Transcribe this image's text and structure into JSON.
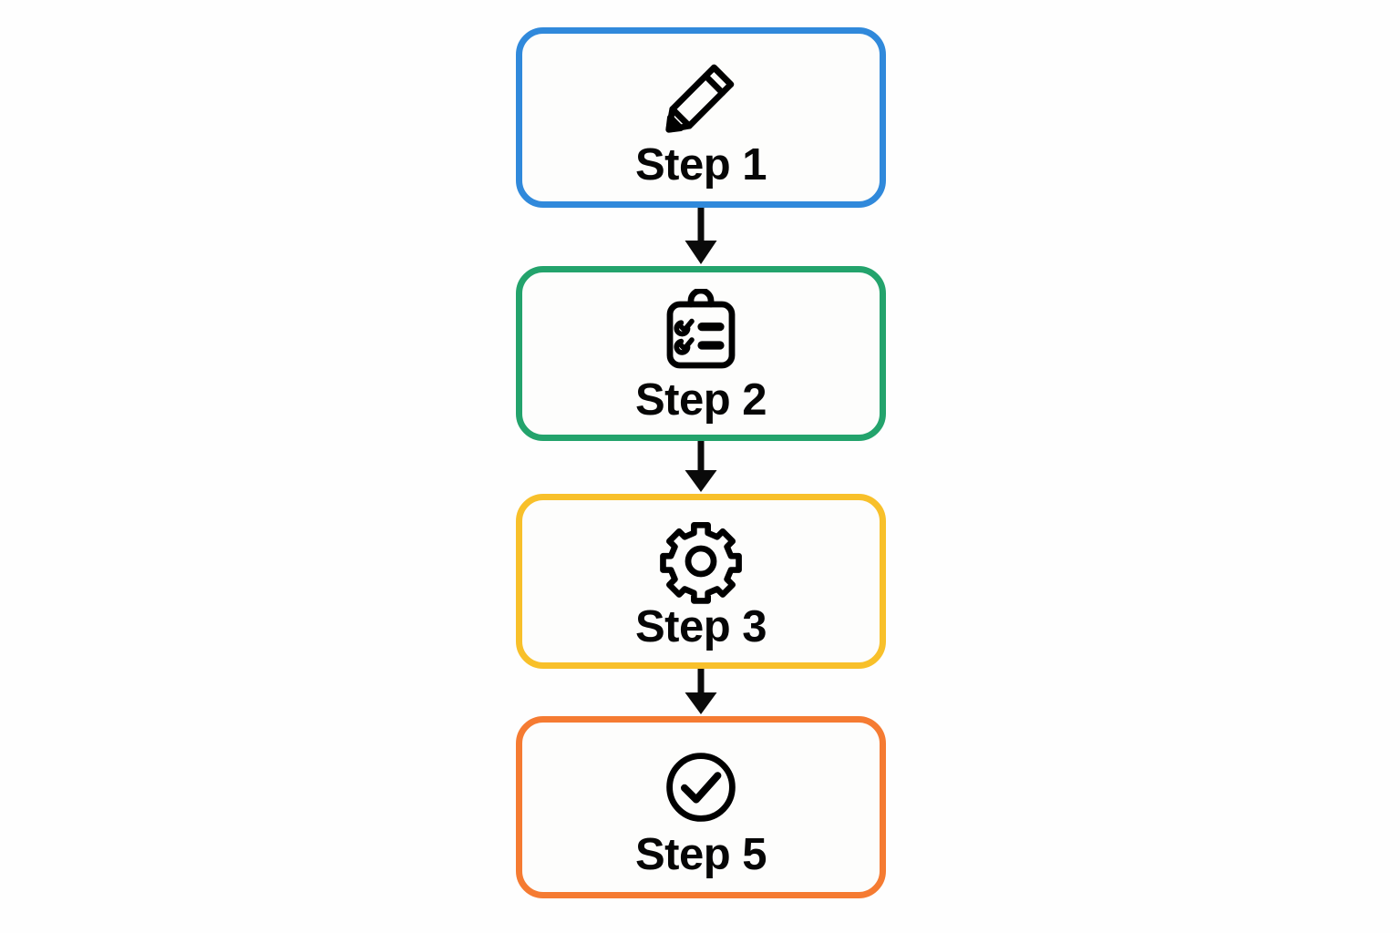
{
  "diagram": {
    "type": "vertical-flowchart",
    "background_color": "#fefefe",
    "node_fill_color": "#fdfdfc",
    "connector_color": "#0a0a0a",
    "icon_color": "#000000",
    "label_color": "#060606",
    "steps": [
      {
        "label": "Step 1",
        "icon": "pencil-icon",
        "border_color": "#3089db"
      },
      {
        "label": "Step 2",
        "icon": "clipboard-checklist-icon",
        "border_color": "#23a36c"
      },
      {
        "label": "Step 3",
        "icon": "gear-icon",
        "border_color": "#f8c02a"
      },
      {
        "label": "Step 5",
        "icon": "check-circle-icon",
        "border_color": "#f57b32"
      }
    ],
    "connectors": [
      {
        "from": "Step 1",
        "to": "Step 2",
        "icon": "arrow-down-icon"
      },
      {
        "from": "Step 2",
        "to": "Step 3",
        "icon": "arrow-down-icon"
      },
      {
        "from": "Step 3",
        "to": "Step 5",
        "icon": "arrow-down-icon"
      }
    ]
  }
}
